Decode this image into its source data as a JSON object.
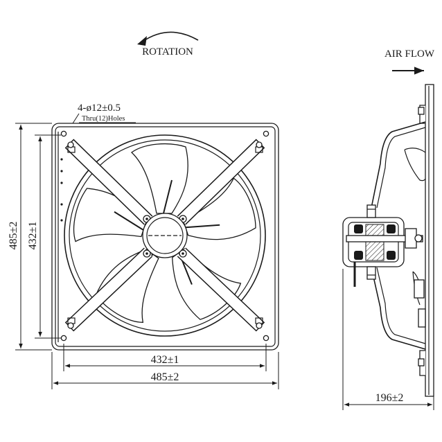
{
  "rotation": {
    "label": "ROTATION"
  },
  "air_flow": {
    "label": "AIR FLOW"
  },
  "holes_note": {
    "spec": "4-ø12±0.5",
    "thru": "Thru(12)Holes"
  },
  "dimensions": {
    "front_outer_height": "485±2",
    "front_inner_height": "432±1",
    "front_inner_width": "432±1",
    "front_outer_width": "485±2",
    "side_depth": "196±2"
  },
  "colors": {
    "line": "#1a1a1a",
    "background": "#ffffff"
  }
}
